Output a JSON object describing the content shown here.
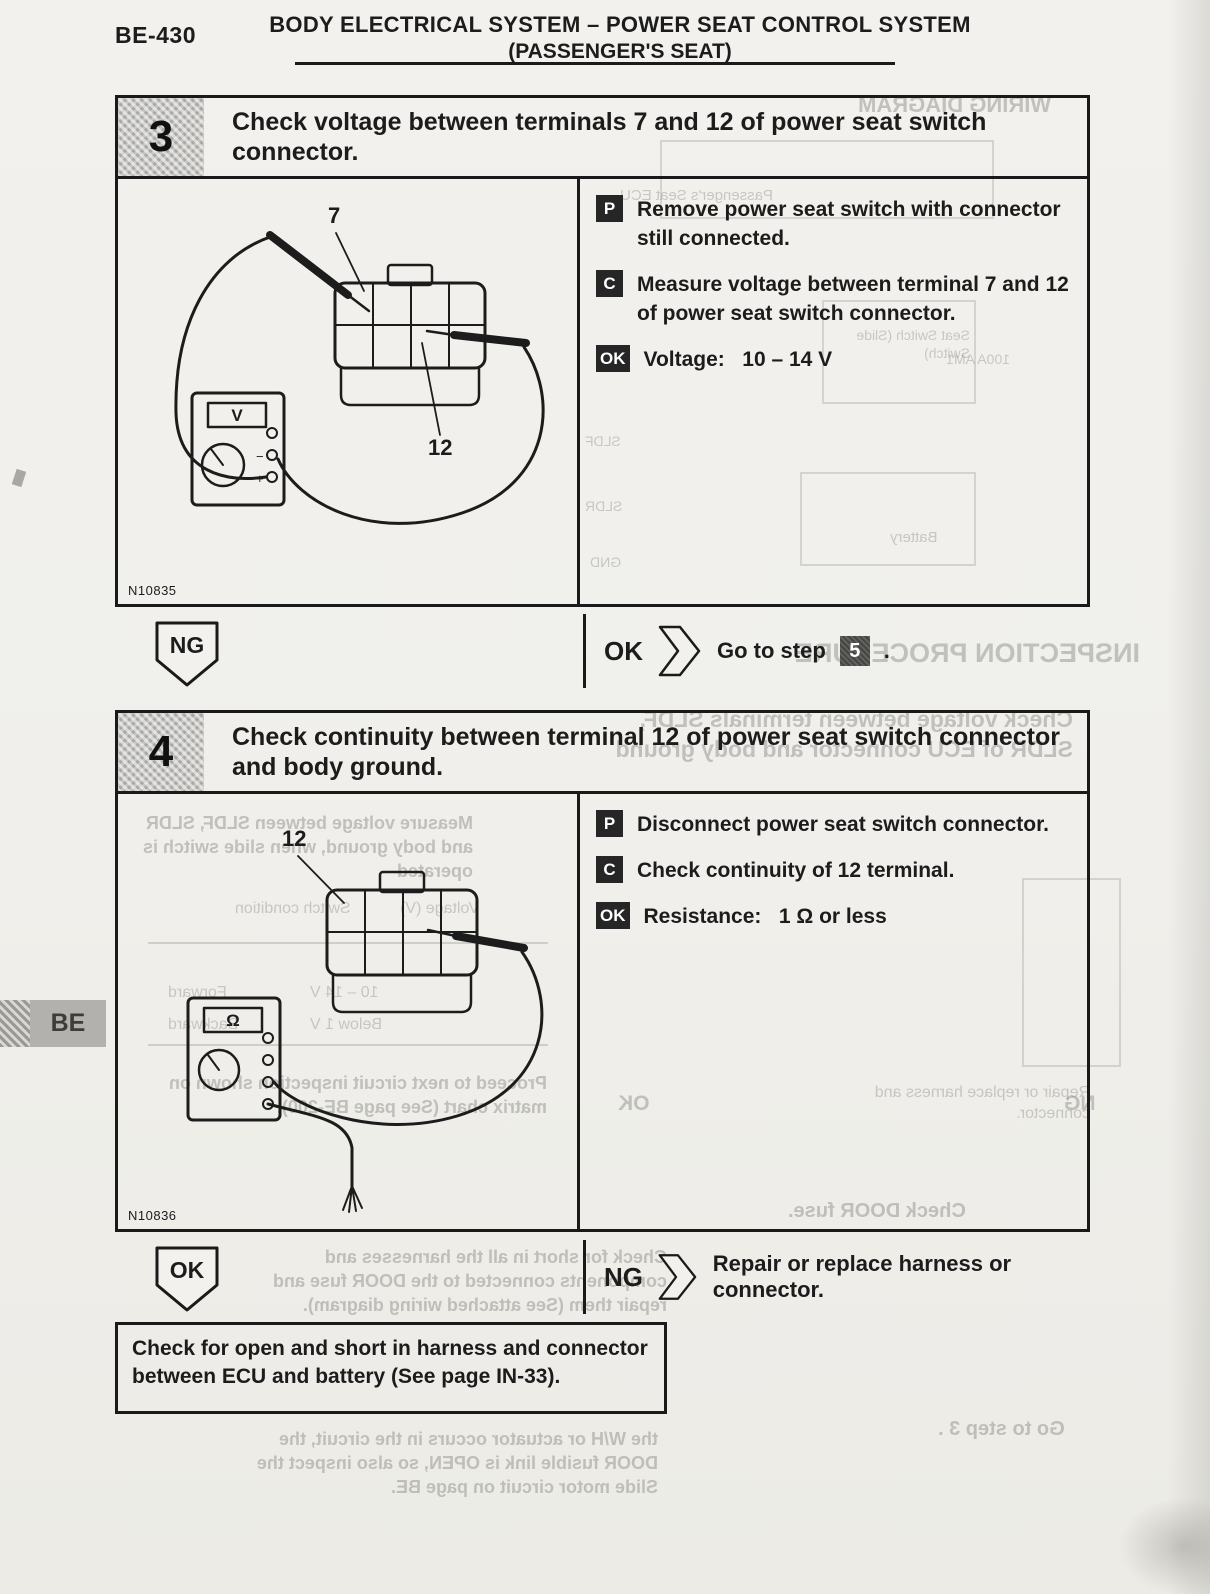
{
  "page": {
    "code": "BE-430",
    "title1": "BODY ELECTRICAL SYSTEM – POWER SEAT CONTROL SYSTEM",
    "title2": "(PASSENGER'S SEAT)"
  },
  "side_tab": {
    "label": "BE"
  },
  "steps": [
    {
      "number": "3",
      "title": "Check voltage between terminals 7 and 12 of power seat switch connector.",
      "figure_id": "N10835",
      "labels": {
        "a": "7",
        "b": "12",
        "meter": "V"
      },
      "instructions": [
        {
          "tag": "P",
          "text": "Remove power seat switch with connector still connected."
        },
        {
          "tag": "C",
          "text": "Measure voltage between terminal 7 and 12 of power seat switch connector."
        },
        {
          "tag": "OK",
          "text": "Voltage:   10 – 14 V"
        }
      ],
      "result_left": "NG",
      "result_right": {
        "label": "OK",
        "text": "Go to step",
        "step": "5",
        "suffix": "."
      }
    },
    {
      "number": "4",
      "title": "Check continuity between terminal 12 of power seat switch connector and body ground.",
      "figure_id": "N10836",
      "labels": {
        "a": "12",
        "meter": "Ω"
      },
      "instructions": [
        {
          "tag": "P",
          "text": "Disconnect power seat switch connector."
        },
        {
          "tag": "C",
          "text": "Check continuity of 12 terminal."
        },
        {
          "tag": "OK",
          "text": "Resistance:   1 Ω or less"
        }
      ],
      "result_left": "OK",
      "result_right": {
        "label": "NG",
        "text": "Repair or replace harness or connector.",
        "step": "",
        "suffix": ""
      }
    }
  ],
  "note_box": {
    "text": "Check for open and short in harness and connector between ECU and battery (See page IN-33)."
  },
  "ghosts": [
    {
      "text": "WIRING DIAGRAM"
    },
    {
      "text": "Passenger's Seat ECU"
    },
    {
      "text": "Seat Switch (Slide Switch)"
    },
    {
      "text": "Battery"
    },
    {
      "text": "SLDF"
    },
    {
      "text": "SLDR"
    },
    {
      "text": "GND"
    },
    {
      "text": "100A AM1"
    },
    {
      "text": "INSPECTION PROCEDURE"
    },
    {
      "text": "Check voltage between terminals SLDF, SLDR of ECU connector and body ground"
    },
    {
      "text": "Measure voltage between SLDF, SLDR and body ground, when slide switch is operated"
    },
    {
      "text": "Switch condition"
    },
    {
      "text": "Voltage (V)"
    },
    {
      "text": "Forward"
    },
    {
      "text": "10 – 14 V"
    },
    {
      "text": "Backward"
    },
    {
      "text": "Below 1 V"
    },
    {
      "text": "Proceed to next circuit inspection shown on matrix chart (See page BE-200)."
    },
    {
      "text": "OK"
    },
    {
      "text": "NG"
    },
    {
      "text": "Repair or replace harness and connector."
    },
    {
      "text": "Check DOOR fuse."
    },
    {
      "text": "Check for short in all the harnesses and components connected to the DOOR fuse and repair them (See attached wiring diagram)."
    },
    {
      "text": "Go to step 3 ."
    },
    {
      "text": "the W/H or actuator occurs in the circuit, the DOOR fusible link is OPEN, so also inspect the Slide motor circuit on page BE."
    }
  ]
}
